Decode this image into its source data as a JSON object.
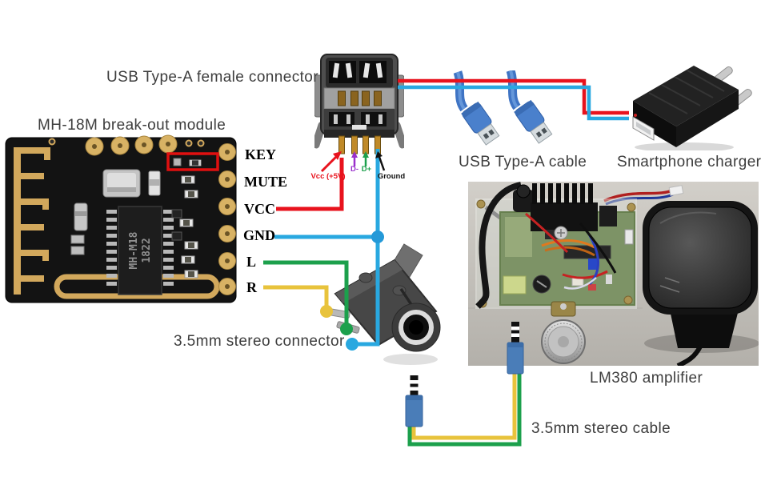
{
  "labels": {
    "usb_female_connector": "USB Type-A female connector",
    "breakout_module": "MH-18M break-out module",
    "usb_cable": "USB Type-A cable",
    "smartphone_charger": "Smartphone charger",
    "stereo_connector": "3.5mm stereo connector",
    "amplifier": "LM380 amplifier",
    "stereo_cable": "3.5mm stereo cable"
  },
  "module_pins": [
    {
      "label": "KEY"
    },
    {
      "label": "MUTE"
    },
    {
      "label": "VCC"
    },
    {
      "label": "GND"
    },
    {
      "label": "L"
    },
    {
      "label": "R"
    }
  ],
  "usb_pinout": {
    "vcc": "Vcc (+5V)",
    "data_minus": "D-",
    "data_plus": "D+",
    "ground": "Ground"
  },
  "chip_marking": {
    "line1": "MH-M18",
    "line2": "1822"
  },
  "wire_colors": {
    "vcc": "#e8131d",
    "ground": "#29a8e0",
    "left_audio": "#1ca04c",
    "right_audio": "#e8c33c",
    "d_minus": "#9a30cc",
    "d_plus": "#1ca04c",
    "label_text": "#3d3d3d",
    "highlight_box": "#e01010"
  }
}
